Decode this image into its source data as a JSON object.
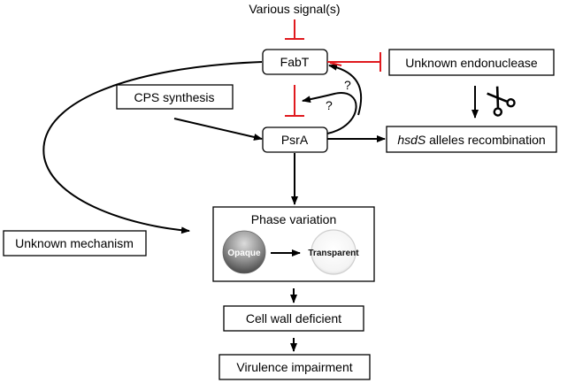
{
  "nodes": {
    "signals": "Various signal(s)",
    "fabt": "FabT",
    "cps": "CPS synthesis",
    "psra": "PsrA",
    "endonuclease": "Unknown endonuclease",
    "hsds_italic": "hsdS",
    "hsds_rest": " alleles recombination",
    "mechanism": "Unknown mechanism",
    "phase_title": "Phase variation",
    "opaque": "Opaque",
    "transparent": "Transparent",
    "cell_wall": "Cell wall deficient",
    "virulence": "Virulence impairment"
  },
  "marks": {
    "question_1": "?",
    "question_2": "?"
  },
  "icons": {
    "scissors": "scissors-icon"
  },
  "colors": {
    "inhibition": "#e0191e",
    "activation": "#000000"
  }
}
